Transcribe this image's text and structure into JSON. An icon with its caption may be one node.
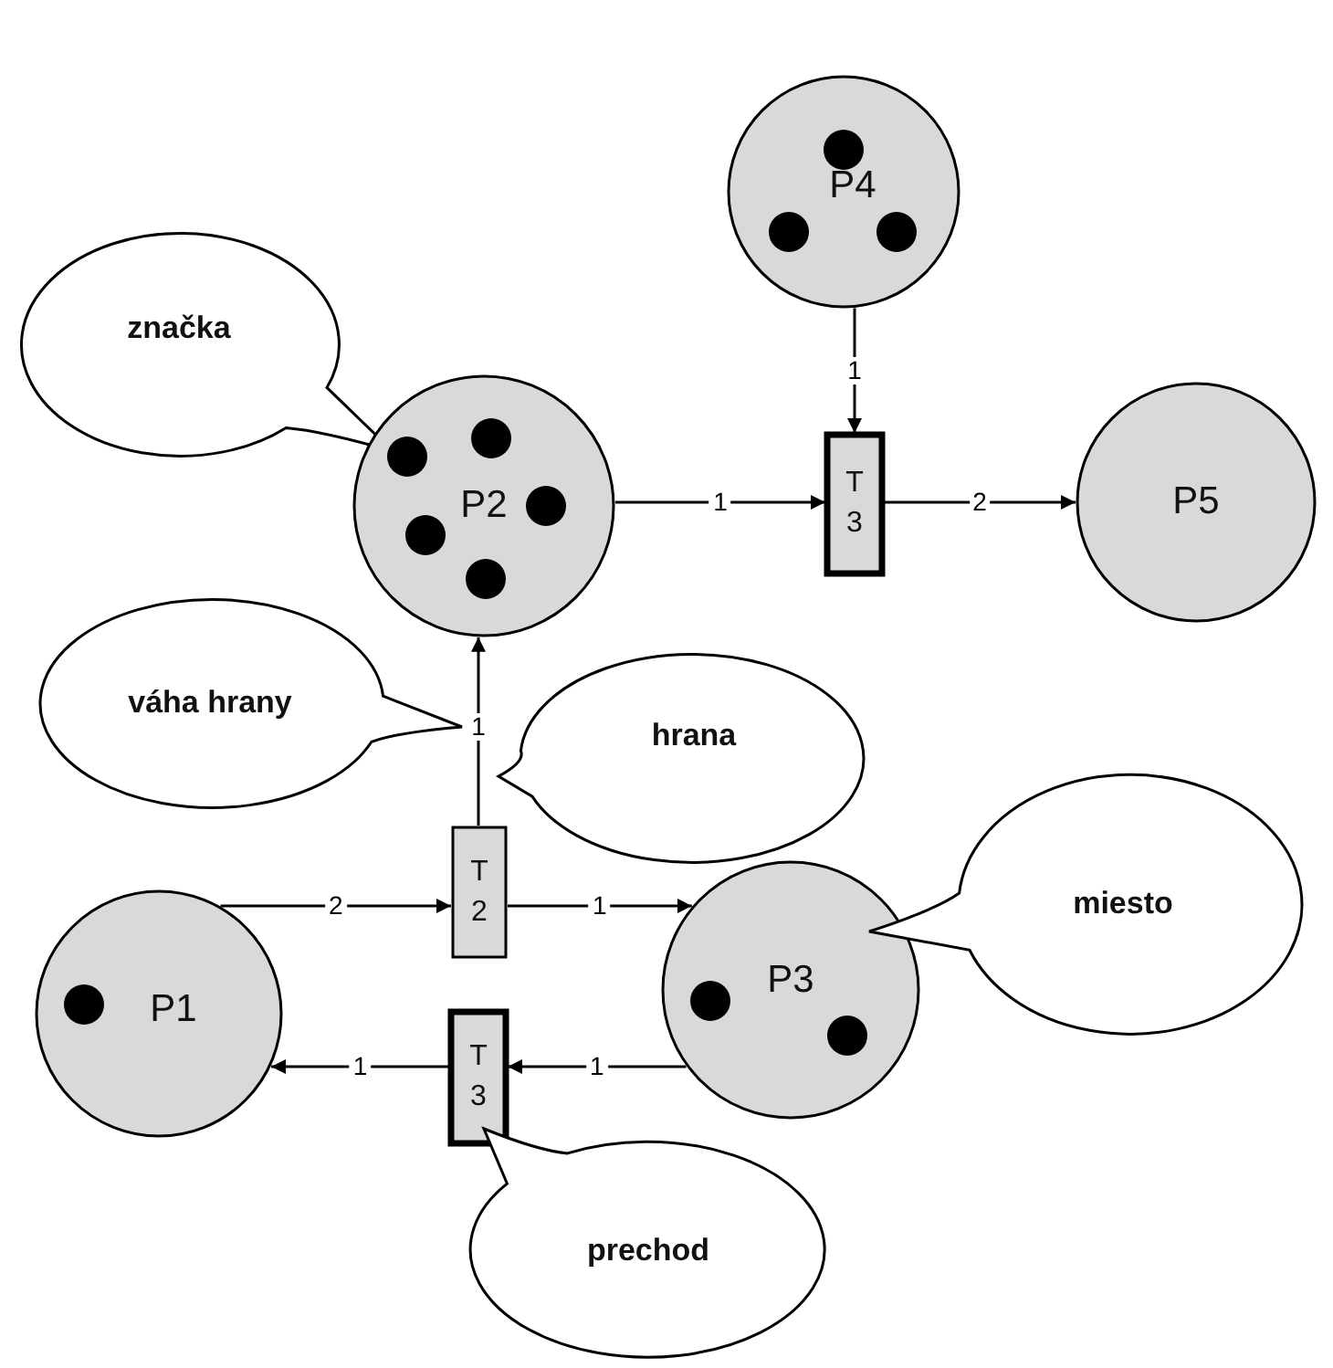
{
  "diagram": {
    "nodes": [
      {
        "text": [
          "P4"
        ]
      },
      {
        "text": [
          "značka"
        ]
      },
      {
        "text": [
          "P2"
        ]
      },
      {
        "text": [
          "T 3"
        ]
      },
      {
        "text": [
          "P5"
        ]
      },
      {
        "text": [
          "váha hrany"
        ]
      },
      {
        "text": [
          "hrana"
        ]
      },
      {
        "text": [
          "T 2"
        ]
      },
      {
        "text": [
          "P1"
        ]
      },
      {
        "text": [
          "P3"
        ]
      },
      {
        "text": [
          "miesto"
        ]
      },
      {
        "text": [
          "T 3"
        ]
      },
      {
        "text": [
          "prechod"
        ]
      }
    ],
    "edges": [
      {
        "from": 0,
        "to": 3,
        "arrow": "to",
        "label": "1"
      },
      {
        "from": 2,
        "to": 3,
        "arrow": "to",
        "label": "1"
      },
      {
        "from": 3,
        "to": 4,
        "arrow": "to",
        "label": "2"
      },
      {
        "from": 8,
        "to": 7,
        "arrow": "to",
        "label": "2"
      },
      {
        "from": 7,
        "to": 2,
        "arrow": "to",
        "label": "1"
      },
      {
        "from": 7,
        "to": 9,
        "arrow": "to",
        "label": "1"
      },
      {
        "from": 9,
        "to": 11,
        "arrow": "to",
        "label": "1"
      },
      {
        "from": 11,
        "to": 8,
        "arrow": "to",
        "label": "1"
      }
    ]
  }
}
